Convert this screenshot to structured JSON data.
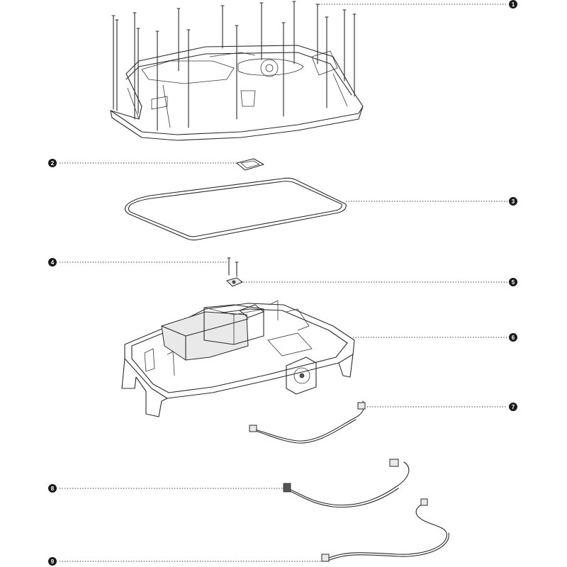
{
  "callouts": [
    {
      "number": "1"
    },
    {
      "number": "2"
    },
    {
      "number": "3"
    },
    {
      "number": "4"
    },
    {
      "number": "5"
    },
    {
      "number": "6"
    },
    {
      "number": "7"
    },
    {
      "number": "8"
    },
    {
      "number": "9"
    }
  ],
  "colors": {
    "ink": "#2b2b2b",
    "badge_fill": "#1a1a1a",
    "badge_text": "#ffffff",
    "background": "#ffffff"
  }
}
